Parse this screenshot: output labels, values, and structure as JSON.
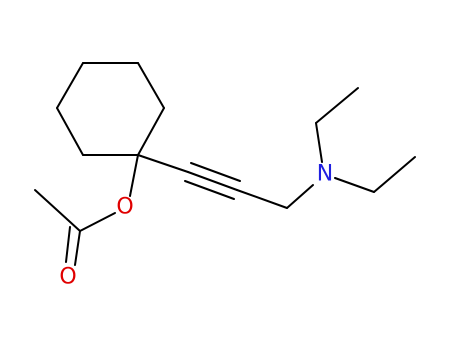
{
  "molecule": {
    "atoms": {
      "oxygen_ester": {
        "symbol": "O",
        "color": "#e00000"
      },
      "oxygen_carbonyl": {
        "symbol": "O",
        "color": "#e00000"
      },
      "nitrogen": {
        "symbol": "N",
        "color": "#2020e0"
      }
    },
    "bond_color": "#000000"
  }
}
